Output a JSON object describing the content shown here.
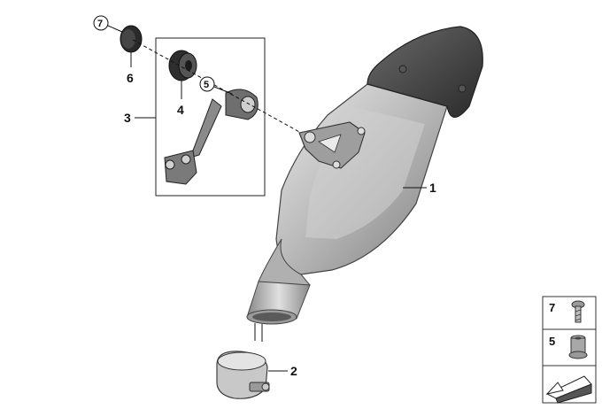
{
  "diagram": {
    "callouts": {
      "main_silencer": "1",
      "clamp": "2",
      "bracket_assembly": "3",
      "rubber_mount": "4",
      "sleeve": "5",
      "cap": "6",
      "screw": "7"
    },
    "circled_callouts": {
      "screw": "7",
      "sleeve": "5"
    },
    "legend": {
      "items": [
        {
          "label": "7",
          "icon": "screw-icon"
        },
        {
          "label": "5",
          "icon": "sleeve-icon"
        }
      ],
      "footer_icon": "arrow-symbol-icon"
    }
  },
  "colors": {
    "line": "#111111",
    "metal_light": "#d9d9d9",
    "metal_mid": "#a8a8a8",
    "metal_dark": "#5a5a5a",
    "carbon": "#3a3a3a"
  }
}
